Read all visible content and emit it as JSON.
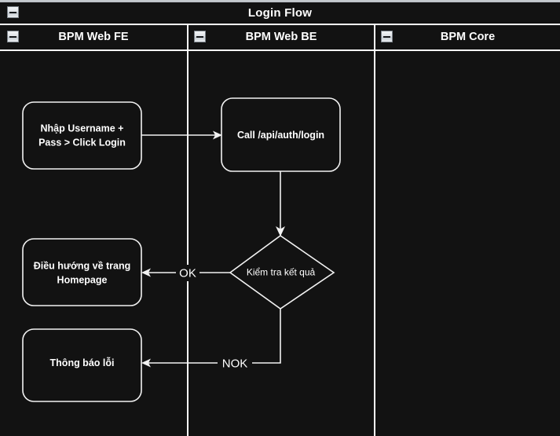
{
  "diagram": {
    "title": "Login Flow",
    "collapse_icon": "minus-collapse-icon",
    "background_color": "#121212",
    "stroke_color": "#f2f2f2",
    "text_color": "#ffffff"
  },
  "lanes": [
    {
      "id": "fe",
      "label": "BPM Web FE",
      "collapse_icon": "minus-collapse-icon"
    },
    {
      "id": "be",
      "label": "BPM Web BE",
      "collapse_icon": "minus-collapse-icon"
    },
    {
      "id": "core",
      "label": "BPM Core",
      "collapse_icon": "minus-collapse-icon"
    }
  ],
  "nodes": [
    {
      "id": "input-credentials",
      "type": "process",
      "lane": "fe",
      "lines": [
        "Nhập Username +",
        "Pass > Click Login"
      ]
    },
    {
      "id": "call-login-api",
      "type": "process",
      "lane": "be",
      "lines": [
        "Call /api/auth/login"
      ]
    },
    {
      "id": "check-result",
      "type": "decision",
      "lane": "be",
      "lines": [
        "Kiểm tra kết quả"
      ]
    },
    {
      "id": "navigate-homepage",
      "type": "process",
      "lane": "fe",
      "lines": [
        "Điều hướng về trang",
        "Homepage"
      ]
    },
    {
      "id": "show-error",
      "type": "process",
      "lane": "fe",
      "lines": [
        "Thông báo lỗi"
      ]
    }
  ],
  "edges": [
    {
      "id": "e1",
      "from": "input-credentials",
      "to": "call-login-api",
      "label": ""
    },
    {
      "id": "e2",
      "from": "call-login-api",
      "to": "check-result",
      "label": ""
    },
    {
      "id": "e3",
      "from": "check-result",
      "to": "navigate-homepage",
      "label": "OK"
    },
    {
      "id": "e4",
      "from": "check-result",
      "to": "show-error",
      "label": "NOK"
    }
  ]
}
